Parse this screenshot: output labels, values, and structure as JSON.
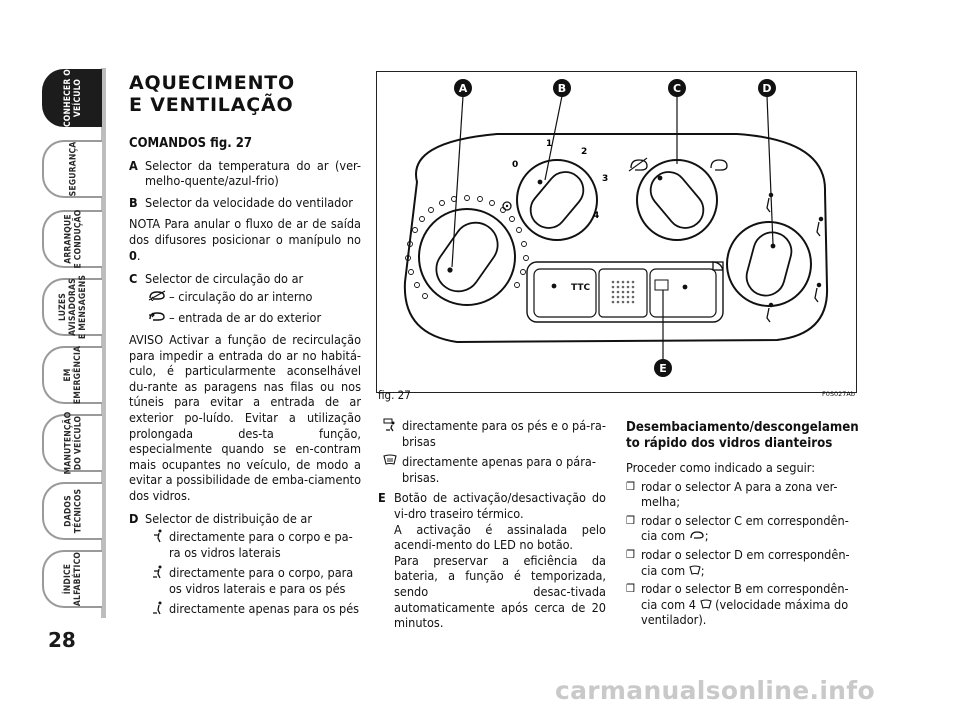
{
  "page_number": "28",
  "tabs": [
    {
      "label": "CONHECER O\nVEÍCULO",
      "active": true
    },
    {
      "label": "SEGURANÇA",
      "active": false
    },
    {
      "label": "ARRANQUE\nE CONDUÇÃO",
      "active": false
    },
    {
      "label": "LUZES\nAVISADORAS\nE MENSAGENS",
      "active": false
    },
    {
      "label": "EM\nEMERGÊNCIA",
      "active": false
    },
    {
      "label": "MANUTENÇÃO\nDO VEÍCULO",
      "active": false
    },
    {
      "label": "DADOS\nTÉCNICOS",
      "active": false
    },
    {
      "label": "ÍNDICE\nALFABÉTICO",
      "active": false
    }
  ],
  "col1": {
    "title_line1": "AQUECIMENTO",
    "title_line2": "E VENTILAÇÃO",
    "subtitle": "COMANDOS fig. 27",
    "itemA_key": "A",
    "itemA_text": "Selector da temperatura do ar (ver-melho-quente/azul-frio)",
    "itemB_key": "B",
    "itemB_text": "Selector da velocidade do ventilador",
    "nota": "NOTA Para anular o fluxo de ar de saída dos difusores posicionar o manípulo no ",
    "nota_zero": "0",
    "itemC_key": "C",
    "itemC_text": "Selector de circulação do ar",
    "itemC_sub1": "– circulação do ar interno",
    "itemC_sub2": "– entrada de ar do exterior",
    "aviso": "AVISO Activar a função de recirculação para impedir a entrada do ar no habitá-culo, é particularmente aconselhável  du-rante as paragens nas filas ou nos túneis para evitar a entrada de ar exterior po-luído. Evitar a utilização prolongada des-ta função, especialmente quando se en-contram mais ocupantes no veículo, de modo a evitar a possibilidade de emba-ciamento dos vidros.",
    "itemD_key": "D",
    "itemD_text": "Selector de distribuição de ar",
    "itemD_sub1": "directamente para o corpo e pa-ra os vidros laterais",
    "itemD_sub2": "directamente para o corpo, para os vidros laterais e para os pés",
    "itemD_sub3": "directamente apenas para os pés"
  },
  "col2": {
    "sub4": "directamente para os pés e o pá-ra-brisas",
    "sub5": "directamente apenas para o pára-brisas.",
    "itemE_key": "E",
    "itemE_text1": "Botão de activação/desactivação do vi-dro traseiro térmico.",
    "itemE_text2": "A activação é assinalada pelo acendi-mento do LED no botão.",
    "itemE_text3": "Para preservar a eficiência da bateria, a função é temporizada, sendo desac-tivada automaticamente após cerca de 20 minutos."
  },
  "col3": {
    "heading": "Desembaciamento/descongelamen to rápido dos vidros dianteiros",
    "intro": "Proceder como indicado a seguir:",
    "step1": "rodar o selector A para a zona ver-melha;",
    "step2": "rodar o selector C em correspondên-cia com",
    "step3": "rodar o selector D em correspondên-cia com",
    "step4": "rodar o selector B em correspondên-cia com 4",
    "step4_tail": "(velocidade máxima do ventilador)."
  },
  "figure": {
    "caption": "fig. 27",
    "code": "F0S027Ab",
    "labels": [
      "A",
      "B",
      "C",
      "D",
      "E"
    ],
    "fan_scale": [
      "0",
      "1",
      "2",
      "3",
      "4"
    ],
    "ttc_label": "TTC"
  },
  "watermark": "carmanualsonline.info"
}
